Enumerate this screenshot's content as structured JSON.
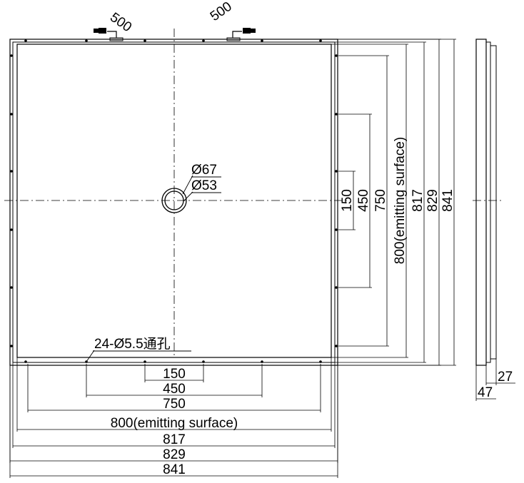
{
  "drawing": {
    "cable_left": "500",
    "cable_right": "500",
    "outer_circle": "Ø67",
    "inner_circle": "Ø53",
    "holes_note": "24-Ø5.5通孔",
    "dims_bottom": [
      "150",
      "450",
      "750",
      "800(emitting surface)",
      "817",
      "829",
      "841"
    ],
    "dims_right": [
      "150",
      "450",
      "750",
      "800(emitting surface)",
      "817",
      "829",
      "841"
    ],
    "side_thickness": "27",
    "side_total": "47"
  }
}
